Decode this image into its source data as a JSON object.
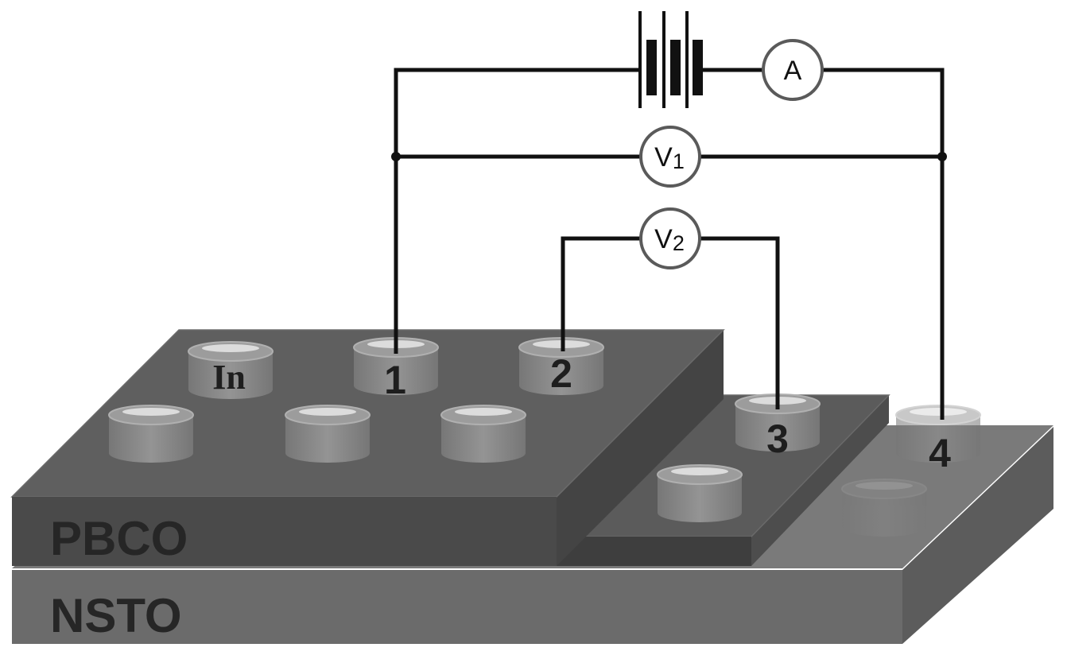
{
  "layers": {
    "film": "PBCO",
    "substrate": "NSTO"
  },
  "electrodes": {
    "material": "In",
    "contacts": [
      "1",
      "2",
      "3",
      "4"
    ]
  },
  "meters": {
    "ammeter": "A",
    "v1": {
      "symbol": "V",
      "index": "1"
    },
    "v2": {
      "symbol": "V",
      "index": "2"
    }
  }
}
